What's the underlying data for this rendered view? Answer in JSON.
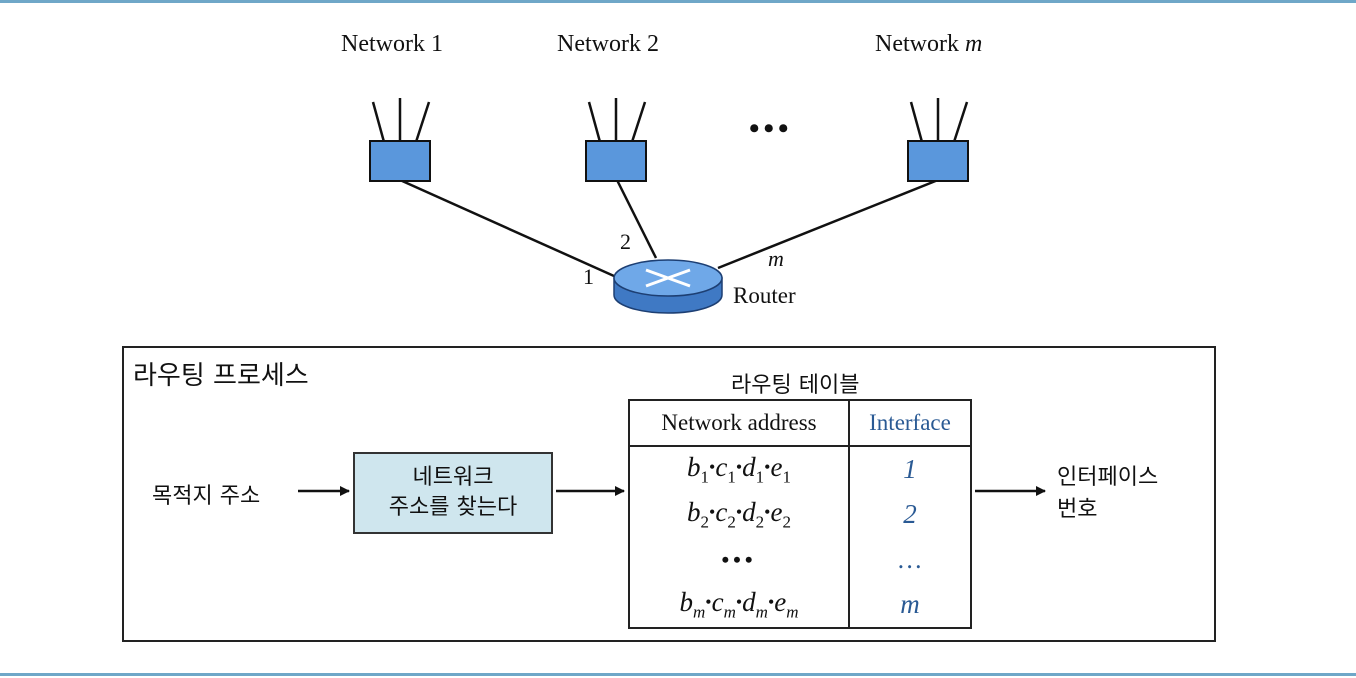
{
  "networks": [
    {
      "name": "Network 1",
      "italic_suffix": ""
    },
    {
      "name": "Network 2",
      "italic_suffix": ""
    },
    {
      "name": "Network ",
      "italic_suffix": "m"
    }
  ],
  "dots": "•••",
  "ports": {
    "p1": "1",
    "p2": "2",
    "pm": "m"
  },
  "router_label": "Router",
  "process_title": "라우팅 프로세스",
  "table_title": "라우팅 테이블",
  "source_label": "목적지 주소",
  "lookup_box": {
    "line1": "네트워크",
    "line2": "주소를 찾는다"
  },
  "output_label": {
    "line1": "인터페이스",
    "line2": "번호"
  },
  "table": {
    "headers": [
      "Network address",
      "Interface"
    ],
    "rows": [
      {
        "b": "b",
        "c": "c",
        "d": "d",
        "e": "e",
        "sub": "1",
        "iface": "1"
      },
      {
        "b": "b",
        "c": "c",
        "d": "d",
        "e": "e",
        "sub": "2",
        "iface": "2"
      },
      {
        "dots": "•••",
        "iface_dots": "…"
      },
      {
        "b": "b",
        "c": "c",
        "d": "d",
        "e": "e",
        "sub": "m",
        "iface": "m"
      }
    ],
    "separator": "•"
  },
  "colors": {
    "node_fill": "#5a97dc",
    "router_top": "#6fa8e8",
    "router_side": "#3f79c4",
    "accent_text": "#2a5a94",
    "box_fill": "#cfe6ee"
  }
}
